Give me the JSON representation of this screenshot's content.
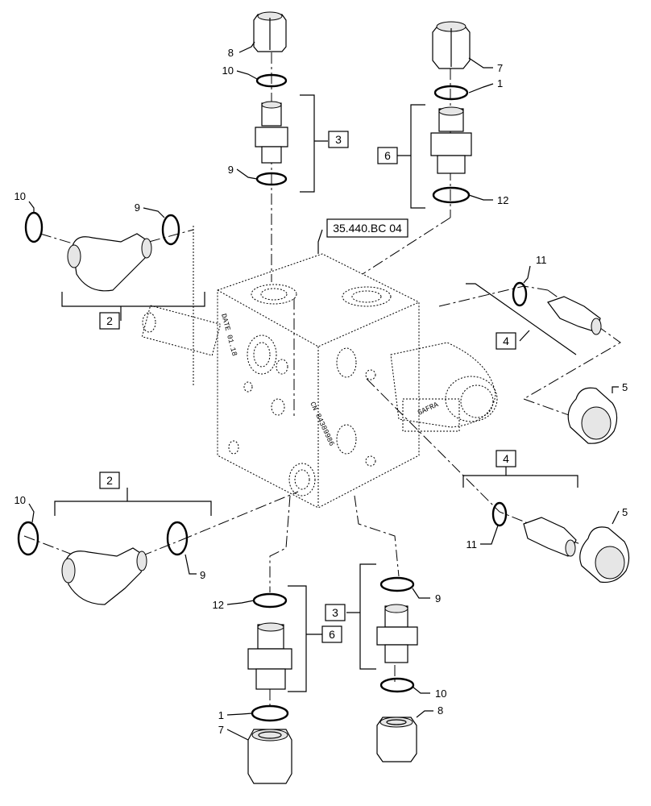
{
  "reference_label": "35.440.BC 04",
  "callouts": {
    "c1_top": "1",
    "c1_bottom": "1",
    "c2_upper": "2",
    "c2_lower": "2",
    "c3_top": "3",
    "c3_bottom": "3",
    "c4_upper": "4",
    "c4_lower": "4",
    "c5_upper": "5",
    "c5_lower": "5",
    "c6_top": "6",
    "c6_bottom": "6",
    "c7_top": "7",
    "c7_bottom": "7",
    "c8_top": "8",
    "c8_bottom": "8",
    "c9_top": "9",
    "c9_upper_left": "9",
    "c9_lower_left": "9",
    "c9_bottom": "9",
    "c10_top": "10",
    "c10_upper_left": "10",
    "c10_lower_left": "10",
    "c10_bottom": "10",
    "c11_upper": "11",
    "c11_lower": "11",
    "c12_top": "12",
    "c12_bottom": "12"
  },
  "block_stamps": {
    "serial": "CN 84389986",
    "date": "DATE 01.18",
    "code": "SAFRA"
  }
}
